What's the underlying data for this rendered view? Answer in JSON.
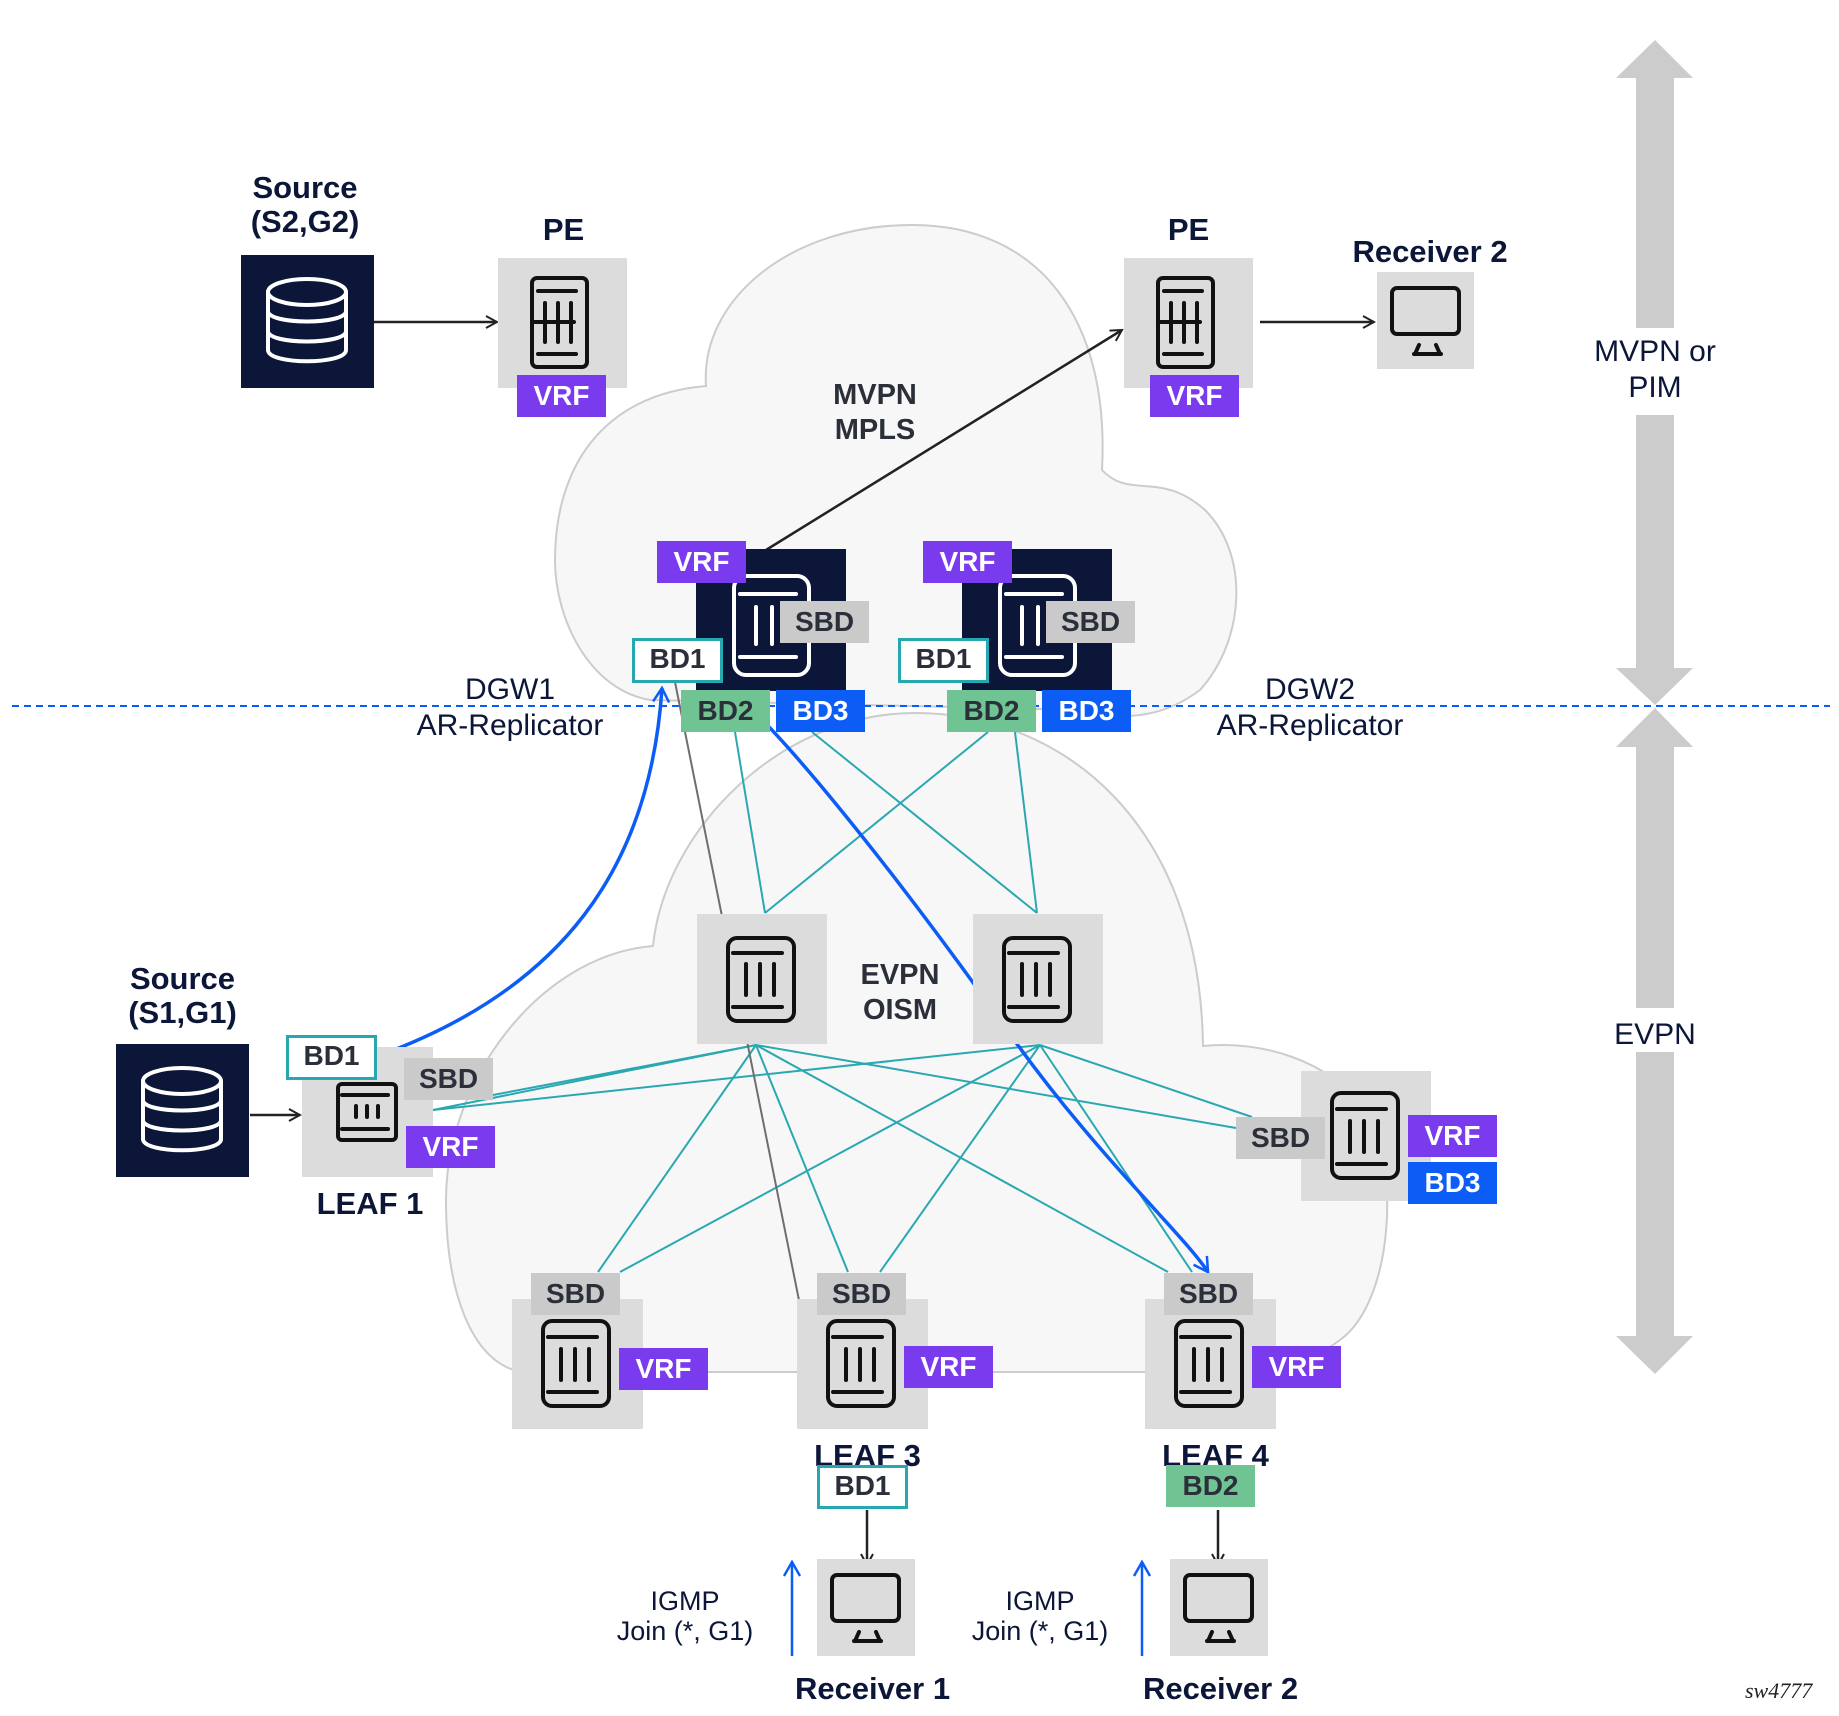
{
  "diagram": {
    "watermark": "sw4777",
    "colors": {
      "navy": "#0b1638",
      "vrf": "#7a3bef",
      "sbd": "#cacaca",
      "bd1_border": "#27a7b0",
      "bd2": "#70c493",
      "bd3": "#0c5cf6",
      "teal_link": "#2aa8b2",
      "blue_flow": "#0c5cf6",
      "gray_flow": "#6e6e6e",
      "cloud_fill": "#f7f7f7",
      "cloud_stroke": "#cccccc",
      "node_bg": "#dcdcdc",
      "band_arrow": "#cccccc"
    },
    "sources": [
      {
        "id": "source-s2g2",
        "line1": "Source",
        "line2": "(S2,G2)",
        "icon": "database-icon"
      },
      {
        "id": "source-s1g1",
        "line1": "Source",
        "line2": "(S1,G1)",
        "icon": "database-icon"
      }
    ],
    "pe_routers": [
      {
        "id": "pe-left",
        "label": "PE",
        "tag": "VRF",
        "icon": "router-icon"
      },
      {
        "id": "pe-right",
        "label": "PE",
        "tag": "VRF",
        "icon": "router-icon"
      }
    ],
    "receivers": [
      {
        "id": "receiver-2-top",
        "label": "Receiver 2",
        "icon": "monitor-icon"
      },
      {
        "id": "receiver-1",
        "label": "Receiver 1",
        "icon": "monitor-icon",
        "note_line1": "IGMP",
        "note_line2": "Join (*, G1)"
      },
      {
        "id": "receiver-2-bottom",
        "label": "Receiver 2",
        "icon": "monitor-icon",
        "note_line1": "IGMP",
        "note_line2": "Join (*, G1)"
      }
    ],
    "clouds": [
      {
        "id": "mvpn-cloud",
        "line1": "MVPN",
        "line2": "MPLS"
      },
      {
        "id": "evpn-cloud",
        "line1": "EVPN",
        "line2": "OISM"
      }
    ],
    "gateways": [
      {
        "id": "dgw1",
        "line1": "DGW1",
        "line2": "AR-Replicator",
        "tags": {
          "vrf": "VRF",
          "sbd": "SBD",
          "bd1": "BD1",
          "bd2": "BD2",
          "bd3": "BD3"
        }
      },
      {
        "id": "dgw2",
        "line1": "DGW2",
        "line2": "AR-Replicator",
        "tags": {
          "vrf": "VRF",
          "sbd": "SBD",
          "bd1": "BD1",
          "bd2": "BD2",
          "bd3": "BD3"
        }
      }
    ],
    "spines": [
      {
        "id": "spine-1",
        "icon": "switch-icon"
      },
      {
        "id": "spine-2",
        "icon": "switch-icon"
      }
    ],
    "leaves": [
      {
        "id": "leaf-1",
        "label": "LEAF 1",
        "tags": {
          "bd1": "BD1",
          "sbd": "SBD",
          "vrf": "VRF"
        }
      },
      {
        "id": "leaf-2",
        "label": "",
        "tags": {
          "sbd": "SBD",
          "vrf": "VRF"
        }
      },
      {
        "id": "leaf-3",
        "label": "LEAF 3",
        "tags": {
          "sbd": "SBD",
          "vrf": "VRF",
          "bd1": "BD1"
        }
      },
      {
        "id": "leaf-4",
        "label": "LEAF 4",
        "tags": {
          "sbd": "SBD",
          "vrf": "VRF",
          "bd2": "BD2"
        }
      },
      {
        "id": "leaf-5",
        "label": "",
        "tags": {
          "sbd": "SBD",
          "vrf": "VRF",
          "bd3": "BD3"
        }
      }
    ],
    "bands": [
      {
        "id": "band-mvpn",
        "line1": "MVPN or",
        "line2": "PIM"
      },
      {
        "id": "band-evpn",
        "line1": "EVPN"
      }
    ]
  }
}
